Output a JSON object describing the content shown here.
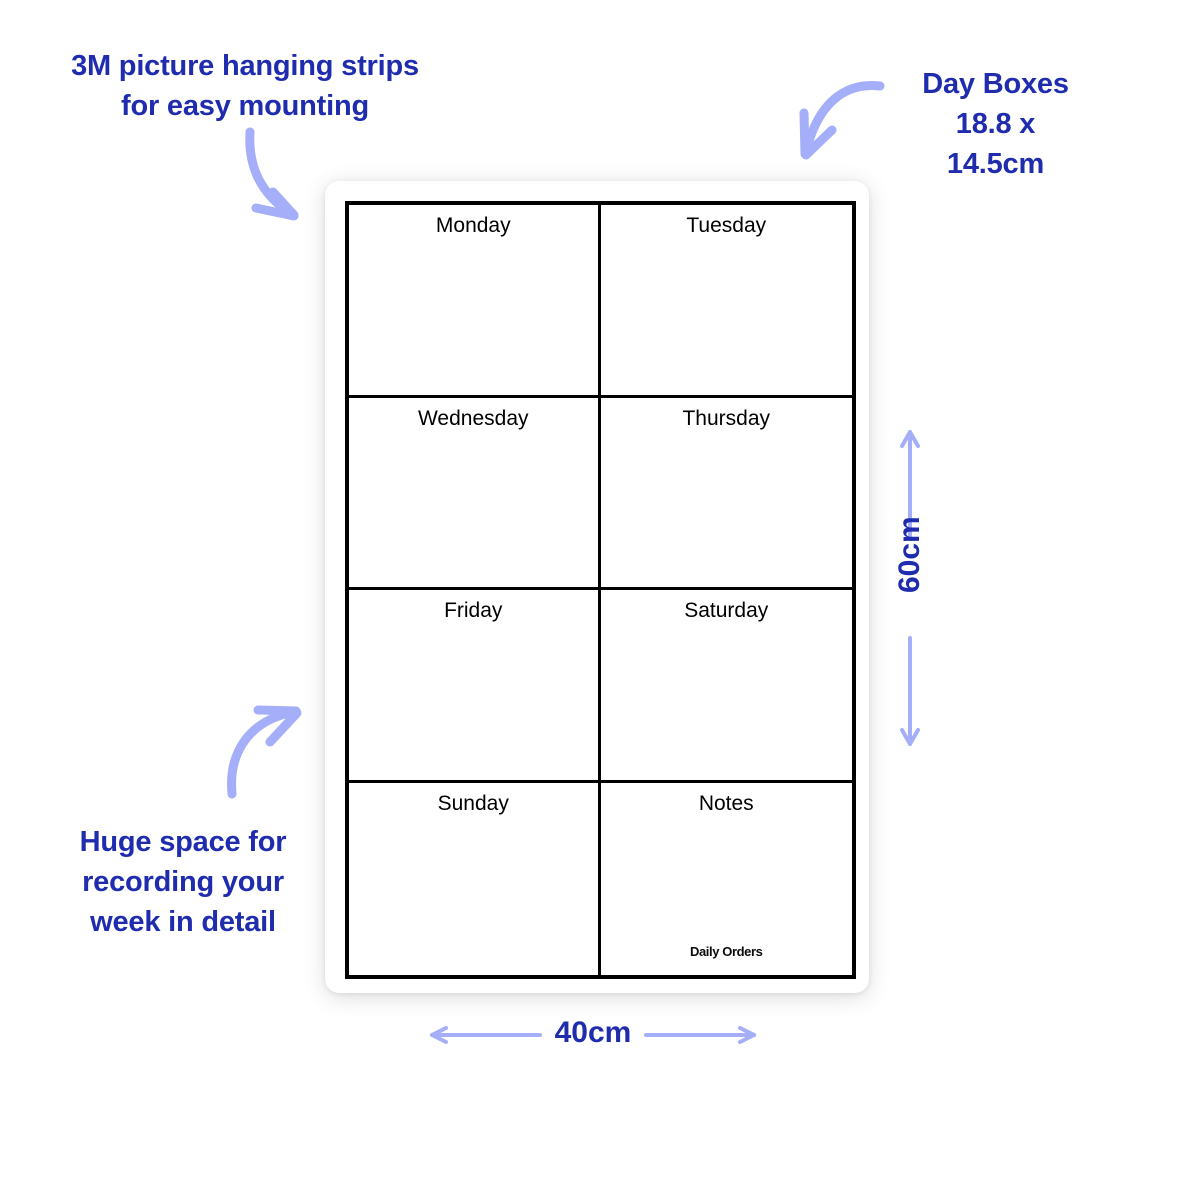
{
  "colors": {
    "annotation_text": "#1f2cad",
    "arrow": "#a5aef8",
    "grid_border": "#000000",
    "board_background": "#ffffff",
    "page_background": "#ffffff",
    "day_label": "#000000",
    "logo": "#0b0b0b"
  },
  "callouts": [
    {
      "id": "mounting",
      "text": "3M picture hanging strips\nfor easy mounting",
      "arrow": "curved-arrow-down-right-icon"
    },
    {
      "id": "day-boxes",
      "text": "Day Boxes\n18.8 x\n14.5cm",
      "arrow": "curved-arrow-down-left-icon"
    },
    {
      "id": "space",
      "text": "Huge space for\nrecording your\nweek in detail",
      "arrow": "curved-arrow-up-right-icon"
    }
  ],
  "planner": {
    "cells": [
      {
        "label": "Monday"
      },
      {
        "label": "Tuesday"
      },
      {
        "label": "Wednesday"
      },
      {
        "label": "Thursday"
      },
      {
        "label": "Friday"
      },
      {
        "label": "Saturday"
      },
      {
        "label": "Sunday"
      },
      {
        "label": "Notes"
      }
    ],
    "columns": 2,
    "rows": 4,
    "brand": "Daily Orders"
  },
  "dimensions": {
    "height": "60cm",
    "width": "40cm",
    "day_box": "18.8 x 14.5cm"
  }
}
